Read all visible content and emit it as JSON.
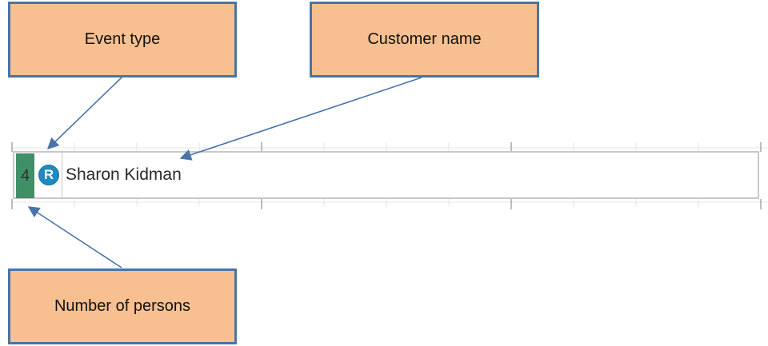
{
  "callouts": {
    "event_type": "Event type",
    "customer_name": "Customer name",
    "number_of_persons": "Number of persons"
  },
  "booking": {
    "persons": "4",
    "event_type_letter": "R",
    "customer_name": "Sharon Kidman",
    "colors": {
      "persons_cell": "#3f8f67",
      "event_badge": "#1f8ac0",
      "callout_fill": "#f8c090",
      "callout_border": "#4a74a8"
    }
  }
}
